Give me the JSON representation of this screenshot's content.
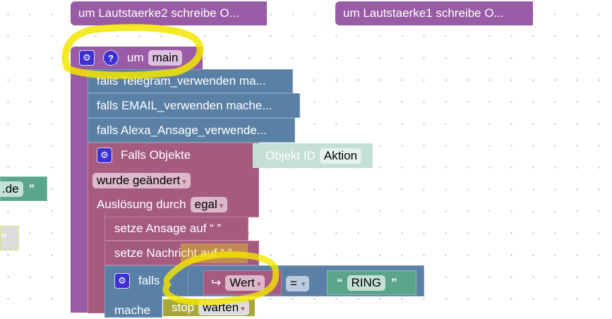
{
  "top_blocks": [
    "um Lautstaerke2  schreibe O...",
    "um Lautstaerke1  schreibe O..."
  ],
  "main": {
    "um": "um",
    "name": "main"
  },
  "calls": [
    "falls Telegram_verwenden ma...",
    "falls EMAIL_verwenden mache...",
    "falls Alexa_Ansage_verwende..."
  ],
  "trigger": {
    "label": "Falls Objekte",
    "objekt_id_label": "Objekt ID",
    "objekt_id_value": "Aktion",
    "changed": "wurde geändert",
    "ausloesung_label": "Auslösung durch",
    "ausloesung_value": "egal"
  },
  "sets": [
    "setze Ansage auf “  ”",
    "setze Nachricht auf “  ”"
  ],
  "if": {
    "label": "falls",
    "var": "Wert",
    "op": "=",
    "string": "RING",
    "do": "mache",
    "stop": "stop",
    "stop_value": "warten"
  },
  "left": {
    "text": ".de",
    "quote": "”"
  },
  "colors": {
    "procedure": "#995ba5",
    "logic": "#5b80a5",
    "trigger": "#a55b80",
    "text": "#5ba58c",
    "highlight": "#f5e600"
  }
}
